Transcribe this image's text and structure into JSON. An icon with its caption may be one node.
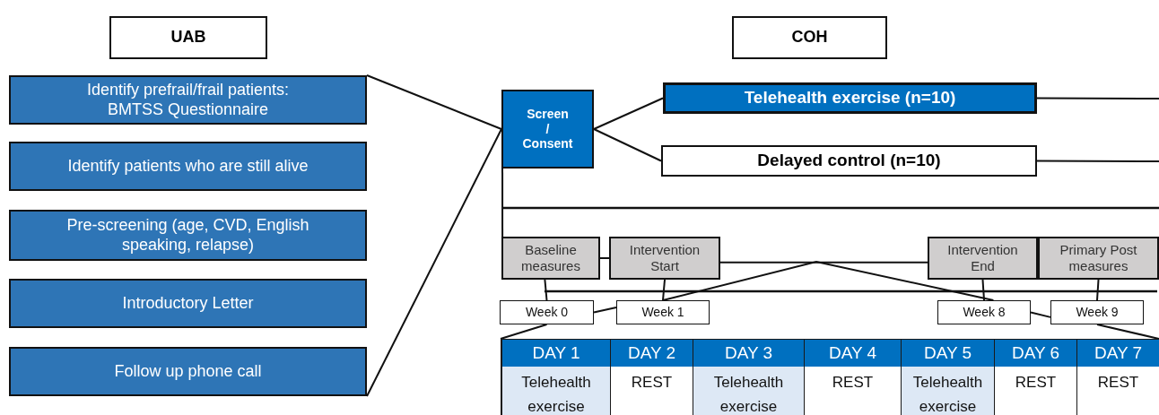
{
  "diagram": {
    "nodes": [
      {
        "text": [
          "UAB"
        ]
      },
      {
        "text": [
          "COH"
        ]
      },
      {
        "text": [
          "Identify prefrail/frail patients: BMTSS Questionnaire"
        ]
      },
      {
        "text": [
          "Identify patients who are still alive"
        ]
      },
      {
        "text": [
          "Pre-screening (age, CVD, English speaking, relapse)"
        ]
      },
      {
        "text": [
          "Introductory Letter"
        ]
      },
      {
        "text": [
          "Follow up phone call"
        ]
      },
      {
        "text": [
          "Screen / Consent"
        ]
      },
      {
        "text": [
          "Telehealth exercise (n=10)"
        ]
      },
      {
        "text": [
          "Delayed control (n=10)"
        ]
      },
      {
        "text": [
          "Baseline measures"
        ]
      },
      {
        "text": [
          "Intervention Start"
        ]
      },
      {
        "text": [
          "Intervention End"
        ]
      },
      {
        "text": [
          "Primary Post measures"
        ]
      },
      {
        "text": [
          "Week 0"
        ]
      },
      {
        "text": [
          "Week 1"
        ]
      },
      {
        "text": [
          "Week 8"
        ]
      },
      {
        "text": [
          "Week 9"
        ]
      },
      {
        "text": [],
        "shape": "box"
      }
    ],
    "edges": [
      {
        "from": 2,
        "to": 7,
        "arrow": "none"
      },
      {
        "from": 6,
        "to": 7,
        "arrow": "none"
      },
      {
        "from": 7,
        "to": 8,
        "arrow": "none"
      },
      {
        "from": 7,
        "to": 9,
        "arrow": "none"
      },
      {
        "from": 8,
        "to": null,
        "arrow": "none"
      },
      {
        "from": 9,
        "to": null,
        "arrow": "none"
      },
      {
        "from": 7,
        "to": 10,
        "arrow": "none"
      },
      {
        "from": 10,
        "to": 11,
        "arrow": "none"
      },
      {
        "from": 11,
        "to": 12,
        "arrow": "none"
      },
      {
        "from": 10,
        "to": 14,
        "arrow": "none"
      },
      {
        "from": 11,
        "to": 15,
        "arrow": "none"
      },
      {
        "from": 12,
        "to": 16,
        "arrow": "none"
      },
      {
        "from": 13,
        "to": 17,
        "arrow": "none"
      },
      {
        "from": 14,
        "to": 15,
        "arrow": "none"
      },
      {
        "from": 16,
        "to": 17,
        "arrow": "none"
      },
      {
        "from": 15,
        "to": 16,
        "arrow": "none"
      },
      {
        "from": 14,
        "to": 18,
        "arrow": "none"
      },
      {
        "from": 17,
        "to": 18,
        "arrow": "none"
      }
    ],
    "labels": [
      "DAY 1",
      "DAY 2",
      "DAY 3",
      "DAY 4",
      "DAY 5",
      "DAY 6",
      "DAY 7",
      "Telehealth exercise",
      "REST",
      "Telehealth exercise",
      "REST",
      "Telehealth exercise",
      "REST",
      "REST"
    ]
  }
}
